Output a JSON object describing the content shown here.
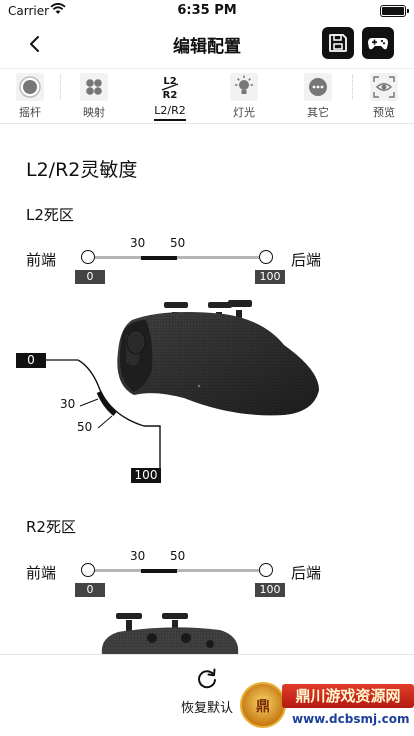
{
  "status_bar": {
    "carrier": "Carrier",
    "time": "6:35 PM"
  },
  "nav": {
    "title": "编辑配置"
  },
  "tabs": [
    {
      "label": "摇杆",
      "icon": "joystick-icon"
    },
    {
      "label": "映射",
      "icon": "mapping-icon"
    },
    {
      "label": "L2/R2",
      "icon": "trigger-icon",
      "active": true
    },
    {
      "label": "灯光",
      "icon": "light-icon"
    },
    {
      "label": "其它",
      "icon": "more-icon"
    },
    {
      "label": "预览",
      "icon": "preview-icon"
    }
  ],
  "trigger_icon_text": {
    "top": "L2",
    "bottom": "R2"
  },
  "main": {
    "title": "L2/R2灵敏度",
    "zones": [
      {
        "title": "L2死区",
        "front_label": "前端",
        "back_label": "后端",
        "tick_low": "30",
        "tick_high": "50",
        "min_value": "0",
        "max_value": "100",
        "range_start_pct": 30,
        "range_end_pct": 50
      },
      {
        "title": "R2死区",
        "front_label": "前端",
        "back_label": "后端",
        "tick_low": "30",
        "tick_high": "50",
        "min_value": "0",
        "max_value": "100",
        "range_start_pct": 30,
        "range_end_pct": 50
      }
    ],
    "diagram": {
      "label_min": "0",
      "label_30": "30",
      "label_50": "50",
      "label_max": "100"
    }
  },
  "bottom": {
    "reset_label": "恢复默认"
  },
  "watermark": {
    "badge": "鼎",
    "name": "鼎川游戏资源网",
    "url": "www.dcbsmj.com"
  },
  "colors": {
    "accent": "#111111",
    "track": "#b5b5b5",
    "value_box": "#444444"
  }
}
